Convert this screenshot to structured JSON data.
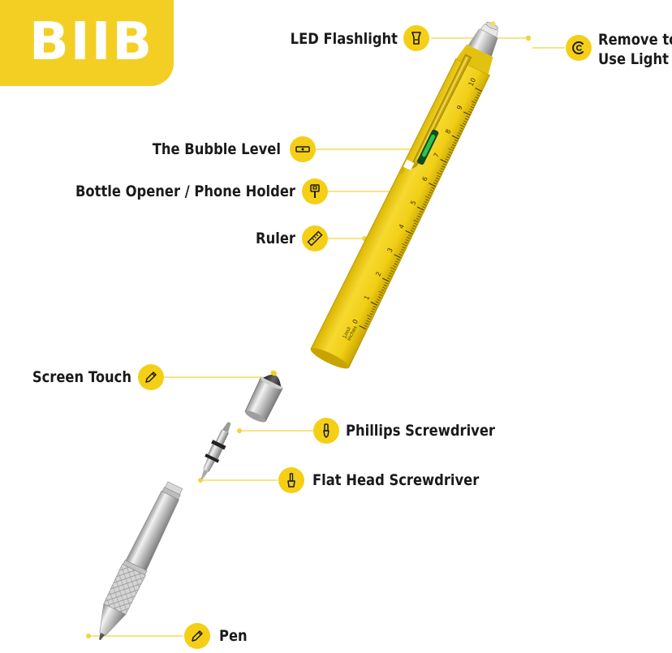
{
  "brand": {
    "logo_text": "BIIB"
  },
  "colors": {
    "accent": "#f3cf24",
    "pen_body": "#f2d01c",
    "text": "#1a1a1a",
    "leader": "#f3d43c"
  },
  "callouts": {
    "led_flashlight": {
      "label": "LED Flashlight",
      "icon": "flashlight-icon"
    },
    "remove_to_use_light": {
      "line1": "Remove to",
      "line2": "Use Light",
      "icon": "cap-icon"
    },
    "bubble_level": {
      "label": "The Bubble Level",
      "icon": "level-icon"
    },
    "bottle_opener": {
      "label": "Bottle Opener / Phone Holder",
      "icon": "bottle-opener-icon"
    },
    "ruler": {
      "label": "Ruler",
      "icon": "ruler-icon"
    },
    "screen_touch": {
      "label": "Screen Touch",
      "icon": "pencil-icon"
    },
    "phillips": {
      "label": "Phillips Screwdriver",
      "icon": "screwdriver-icon"
    },
    "flat_head": {
      "label": "Flat Head Screwdriver",
      "icon": "flat-screwdriver-icon"
    },
    "pen": {
      "label": "Pen",
      "icon": "pen-icon"
    }
  },
  "ruler_scale": {
    "numbers": [
      "0",
      "1",
      "2",
      "3",
      "4",
      "5",
      "6",
      "7",
      "8",
      "9",
      "10"
    ],
    "unit_top": "1/mil",
    "unit_bottom": "Inches"
  }
}
